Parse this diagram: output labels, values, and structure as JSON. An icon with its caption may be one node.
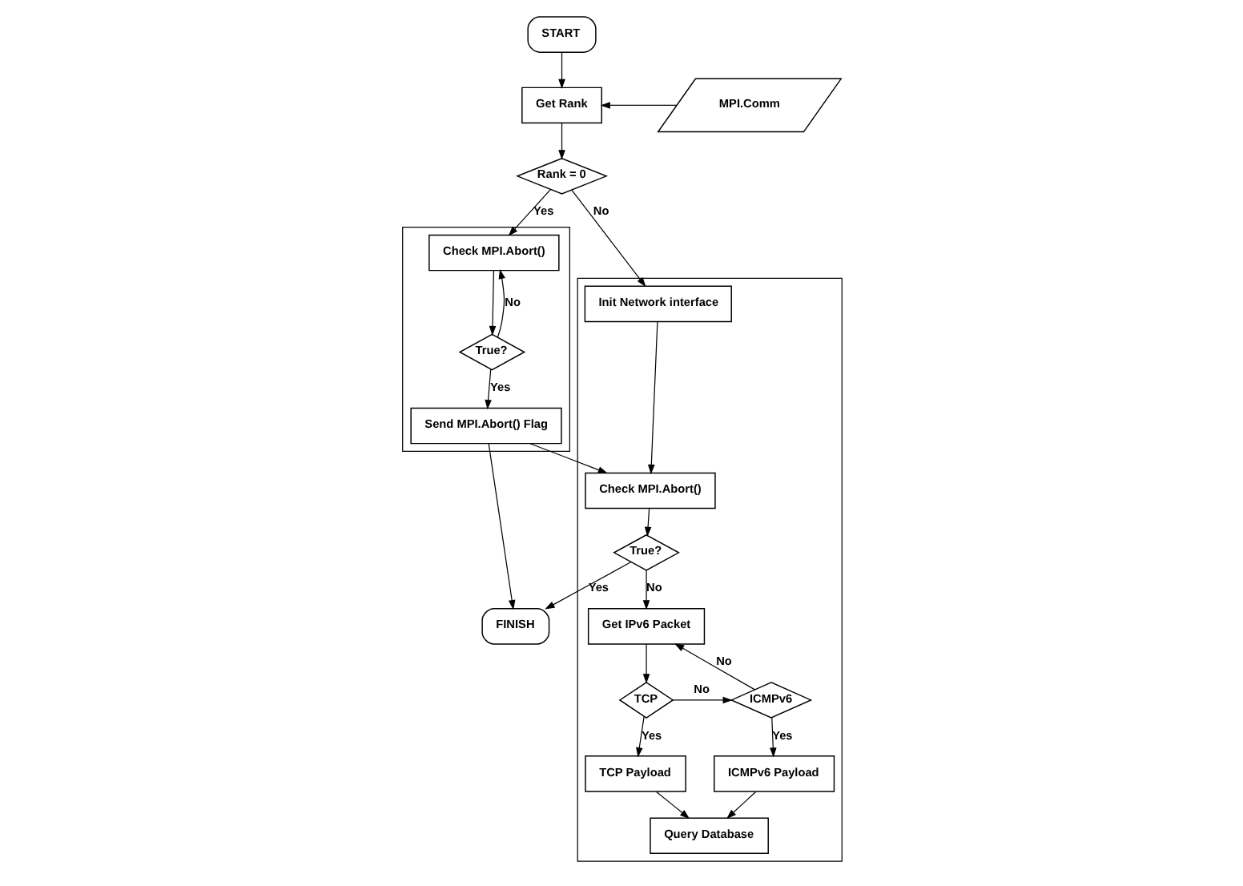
{
  "diagram": {
    "nodes": [
      {
        "text": [
          "START"
        ]
      },
      {
        "text": [
          "Get Rank"
        ]
      },
      {
        "text": [
          "MPI.Comm"
        ]
      },
      {
        "text": [
          "Rank = 0"
        ]
      },
      {
        "text": [],
        "shape": "box"
      },
      {
        "text": [
          "Check MPI.Abort()"
        ],
        "in": 4
      },
      {
        "text": [
          "True?"
        ],
        "in": 4
      },
      {
        "text": [
          "Send MPI.Abort() Flag"
        ],
        "in": 4
      },
      {
        "text": [],
        "shape": "box"
      },
      {
        "text": [
          "Init Network interface"
        ],
        "in": 8
      },
      {
        "text": [
          "Check MPI.Abort()"
        ],
        "in": 8
      },
      {
        "text": [
          "True?"
        ],
        "in": 8
      },
      {
        "text": [
          "Get IPv6 Packet"
        ],
        "in": 8
      },
      {
        "text": [
          "TCP"
        ],
        "in": 8
      },
      {
        "text": [
          "ICMPv6"
        ],
        "in": 8
      },
      {
        "text": [
          "TCP Payload"
        ],
        "in": 8
      },
      {
        "text": [
          "ICMPv6 Payload"
        ],
        "in": 8
      },
      {
        "text": [
          "Query Database"
        ],
        "in": 8
      },
      {
        "text": [
          "FINISH"
        ]
      }
    ],
    "edges": [
      {
        "from": 0,
        "to": 1,
        "arrow": "to"
      },
      {
        "from": 2,
        "to": 1,
        "arrow": "to"
      },
      {
        "from": 1,
        "to": 3,
        "arrow": "to"
      },
      {
        "from": 3,
        "to": 5,
        "arrow": "to",
        "label": "Yes"
      },
      {
        "from": 3,
        "to": 9,
        "arrow": "to",
        "label": "No"
      },
      {
        "from": 5,
        "to": 6,
        "arrow": "to"
      },
      {
        "from": 6,
        "to": 5,
        "arrow": "to",
        "label": "No"
      },
      {
        "from": 6,
        "to": 7,
        "arrow": "to",
        "label": "Yes"
      },
      {
        "from": 7,
        "to": 10,
        "arrow": "to"
      },
      {
        "from": 7,
        "to": 18,
        "arrow": "to"
      },
      {
        "from": 9,
        "to": 10,
        "arrow": "to"
      },
      {
        "from": 10,
        "to": 11,
        "arrow": "to"
      },
      {
        "from": 11,
        "to": 12,
        "arrow": "to",
        "label": "No"
      },
      {
        "from": 11,
        "to": 18,
        "arrow": "to",
        "label": "Yes"
      },
      {
        "from": 12,
        "to": 13,
        "arrow": "to"
      },
      {
        "from": 13,
        "to": 14,
        "arrow": "to",
        "label": "No"
      },
      {
        "from": 14,
        "to": 12,
        "arrow": "to",
        "label": "No"
      },
      {
        "from": 13,
        "to": 15,
        "arrow": "to",
        "label": "Yes"
      },
      {
        "from": 14,
        "to": 16,
        "arrow": "to",
        "label": "Yes"
      },
      {
        "from": 15,
        "to": 17,
        "arrow": "to"
      },
      {
        "from": 16,
        "to": 17,
        "arrow": "to"
      }
    ]
  }
}
